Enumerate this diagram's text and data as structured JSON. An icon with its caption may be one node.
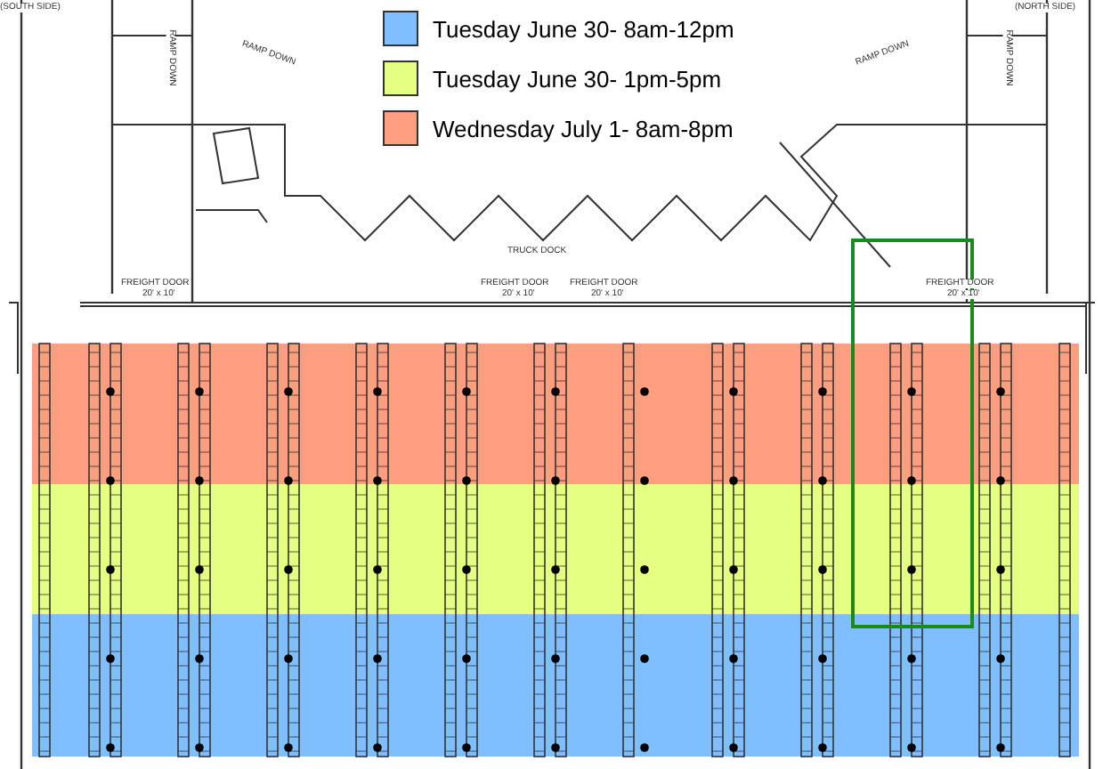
{
  "diagram": {
    "labels": [
      "(SOUTH SIDE)",
      "(NORTH SIDE)",
      "RAMP DOWN",
      "RAMP DOWN",
      "RAMP DOWN",
      "RAMP DOWN",
      "TRUCK DOCK",
      "FREIGHT DOOR",
      "20' x 10'",
      "FREIGHT DOOR",
      "20' x 10'",
      "FREIGHT DOOR",
      "20' x 10'",
      "FREIGHT DOOR",
      "20' x 10'"
    ],
    "legend": [
      {
        "text": "Tuesday June 30- 8am-12pm",
        "color": "#7fbfff"
      },
      {
        "text": "Tuesday June 30- 1pm-5pm",
        "color": "#e5ff80"
      },
      {
        "text": "Wednesday July 1- 8am-8pm",
        "color": "#ff9f80"
      }
    ]
  }
}
